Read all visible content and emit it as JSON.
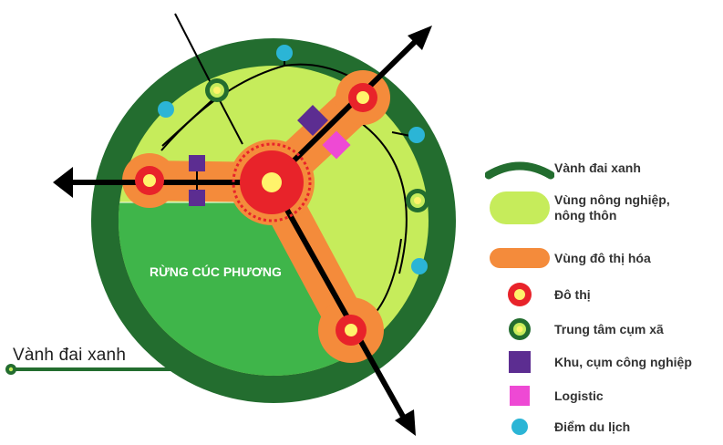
{
  "diagram": {
    "forest_label": "RỪNG CÚC PHƯƠNG",
    "green_belt_ext_label": "Vành đai xanh"
  },
  "legend": {
    "items": [
      {
        "symbol": "green-belt",
        "label": "Vành đai xanh"
      },
      {
        "symbol": "agri-zone",
        "label_lines": [
          "Vùng nông nghiệp,",
          "nông thôn"
        ]
      },
      {
        "symbol": "urban-zone",
        "label": "Vùng đô thị hóa"
      },
      {
        "symbol": "urban",
        "label": "Đô thị"
      },
      {
        "symbol": "commune-center",
        "label": "Trung tâm cụm xã"
      },
      {
        "symbol": "industrial",
        "label": "Khu, cụm công nghiệp"
      },
      {
        "symbol": "logistic",
        "label": "Logistic"
      },
      {
        "symbol": "tourism",
        "label": "Điểm du lịch"
      }
    ]
  },
  "colors": {
    "green_belt": "#236d2f",
    "agri_zone": "#c6ec5b",
    "forest": "#3fb54a",
    "urban_zone": "#f48b3b",
    "urban_ring": "#e8232a",
    "urban_core": "#fff36b",
    "industrial": "#5c2d91",
    "logistic": "#ee49d4",
    "tourism": "#2bb5d6",
    "road": "#000000"
  }
}
